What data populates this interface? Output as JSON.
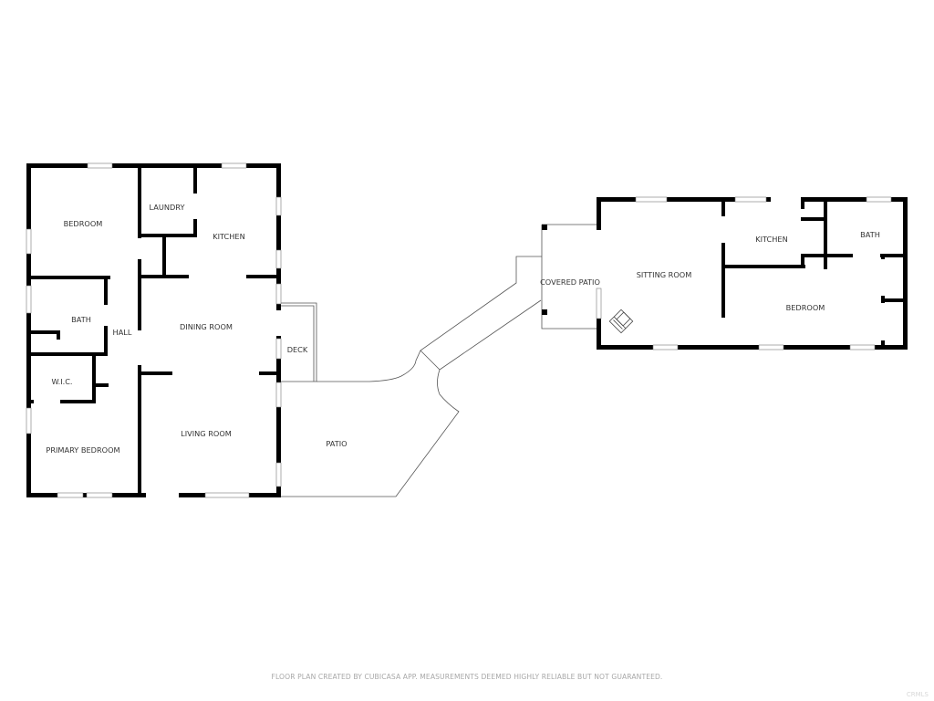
{
  "floor_plan": {
    "main_house": {
      "rooms": [
        {
          "label": "BEDROOM"
        },
        {
          "label": "LAUNDRY"
        },
        {
          "label": "KITCHEN"
        },
        {
          "label": "BATH"
        },
        {
          "label": "HALL"
        },
        {
          "label": "DINING ROOM"
        },
        {
          "label": "W.I.C."
        },
        {
          "label": "PRIMARY BEDROOM"
        },
        {
          "label": "LIVING ROOM"
        }
      ]
    },
    "outdoor": {
      "areas": [
        {
          "label": "DECK"
        },
        {
          "label": "PATIO"
        },
        {
          "label": "COVERED PATIO"
        }
      ]
    },
    "guest_house": {
      "rooms": [
        {
          "label": "SITTING ROOM"
        },
        {
          "label": "KITCHEN"
        },
        {
          "label": "BATH"
        },
        {
          "label": "BEDROOM"
        }
      ],
      "fireplace_icon": "fireplace-icon"
    }
  },
  "footer": {
    "disclaimer": "FLOOR PLAN CREATED BY CUBICASA APP. MEASUREMENTS DEEMED HIGHLY RELIABLE BUT NOT GUARANTEED.",
    "watermark": "CRMLS"
  },
  "colors": {
    "wall": "#000000",
    "outline": "#555555",
    "text": "#333333",
    "footer_text": "#a8a8a8"
  }
}
